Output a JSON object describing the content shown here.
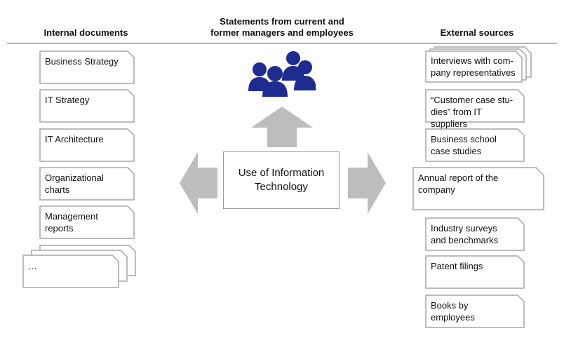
{
  "headers": {
    "internal": "Internal documents",
    "statements_line1": "Statements from current and",
    "statements_line2": "former managers and employees",
    "external": "External sources"
  },
  "center": {
    "line1": "Use of Information",
    "line2": "Technology"
  },
  "internal_documents": [
    {
      "line1": "Business Strategy",
      "line2": ""
    },
    {
      "line1": "IT Strategy",
      "line2": ""
    },
    {
      "line1": "IT Architecture",
      "line2": ""
    },
    {
      "line1": "Organizational",
      "line2": "charts"
    },
    {
      "line1": "Management",
      "line2": "reports"
    },
    {
      "line1": "…",
      "line2": ""
    }
  ],
  "external_sources": [
    {
      "line1": "Interviews with com-",
      "line2": "pany representatives"
    },
    {
      "line1": "“Customer case stu-",
      "line2": "dies” from IT suppliers"
    },
    {
      "line1": "Business school",
      "line2": "case studies"
    },
    {
      "line1": "Annual report of the",
      "line2": "company"
    },
    {
      "line1": "Industry surveys",
      "line2": "and benchmarks"
    },
    {
      "line1": "Patent filings",
      "line2": ""
    },
    {
      "line1": "Books by",
      "line2": "employees"
    }
  ],
  "colors": {
    "people": "#1f2b8f",
    "arrow": "#bdbdbd",
    "doc_border": "#a6a6a6"
  },
  "icons": {
    "people": "people-group-icon",
    "up_arrow": "arrow-up-icon",
    "left_arrow": "arrow-left-icon",
    "right_arrow": "arrow-right-icon"
  }
}
